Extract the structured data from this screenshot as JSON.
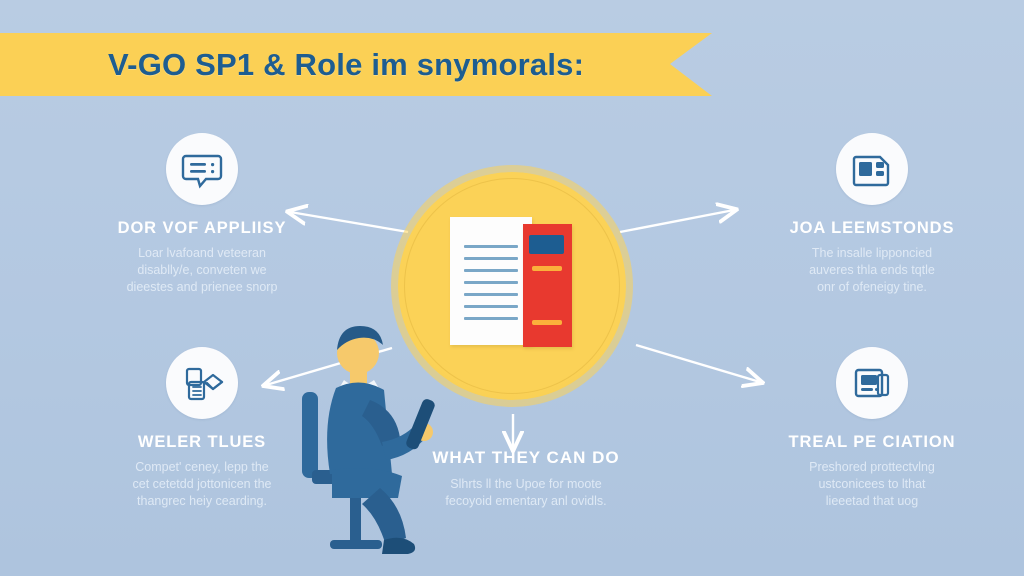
{
  "banner": {
    "title": "V-GO SP1 & Role im snymorals:"
  },
  "colors": {
    "background": "#b6cae2",
    "banner": "#fbd055",
    "title_text": "#1d5d91",
    "center_circle": "#fbd257",
    "book_red": "#e8392f",
    "accent_blue": "#1d5d91",
    "accent_orange": "#fbb03b",
    "label_text": "#ffffff"
  },
  "center": {
    "icon": "document-and-book-icon",
    "person": "seated-man-with-tablet-illustration"
  },
  "quadrants": [
    {
      "id": "top-left",
      "icon": "speech-bubble-icon",
      "heading": "DOR VOF APPLIISY",
      "body": [
        "Loar lvafoand veteeran",
        "disablly/e, conveten we",
        "dieestes and prienee snorp"
      ]
    },
    {
      "id": "top-right",
      "icon": "document-layout-icon",
      "heading": "JOA LEEMSTONDS",
      "body": [
        "The insalle lipponcied",
        "auveres thla ends tqtle",
        "onr of ofeneigy tine."
      ]
    },
    {
      "id": "bottom-left",
      "icon": "documents-check-icon",
      "heading": "WELER TLUES",
      "body": [
        "Compet' ceney, lepp the",
        "cet cetetdd jottonicen the",
        "thangrec heiy cearding."
      ]
    },
    {
      "id": "bottom-right",
      "icon": "newspaper-icon",
      "heading": "TREAL PE CIATION",
      "body": [
        "Preshored prottectvlng",
        "ustconicees to lthat",
        "lieeetad that uog"
      ]
    }
  ],
  "bottom_center": {
    "heading": "WHAT THEY CAN DO",
    "body": [
      "Slhrts ll the Upoe for moote",
      "fecoyoid ementary anl ovidls."
    ]
  }
}
